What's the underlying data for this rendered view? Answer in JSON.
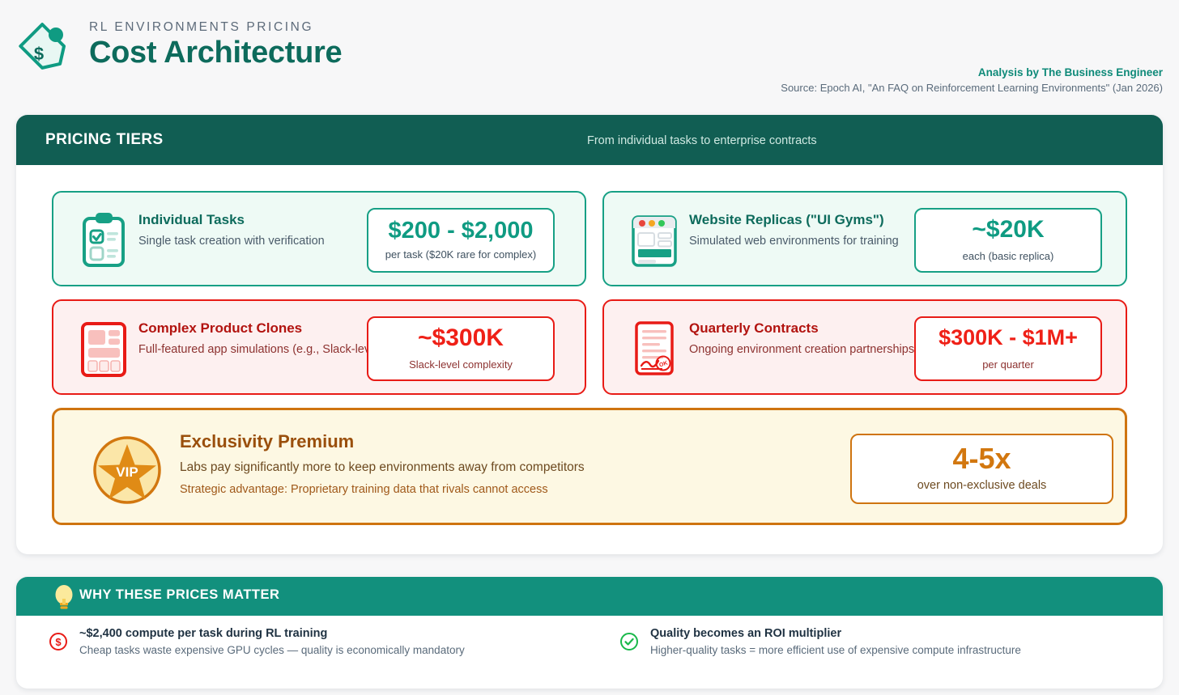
{
  "header": {
    "logo_icon": "price-tag-icon",
    "kicker": "RL ENVIRONMENTS PRICING",
    "title": "Cost Architecture",
    "analysis": "Analysis by The Business Engineer",
    "source": "Source: Epoch AI, \"An FAQ on Reinforcement Learning Environments\" (Jan 2026)"
  },
  "tiers_panel": {
    "heading": "PRICING TIERS",
    "subheading": "From individual tasks to enterprise contracts",
    "cards": [
      {
        "icon": "clipboard-checklist-icon",
        "name": "Individual Tasks",
        "desc": "Single task creation with verification",
        "price": "$200 - $2,000",
        "price_note": "per task ($20K rare for complex)",
        "theme": "teal"
      },
      {
        "icon": "browser-window-icon",
        "name": "Website Replicas (\"UI Gyms\")",
        "desc": "Simulated web environments for training",
        "price": "~$20K",
        "price_note": "each (basic replica)",
        "theme": "teal"
      },
      {
        "icon": "wireframe-layout-icon",
        "name": "Complex Product Clones",
        "desc": "Full-featured app simulations (e.g., Slack-level)",
        "price": "~$300K",
        "price_note": "Slack-level complexity",
        "theme": "red"
      },
      {
        "icon": "contract-signature-icon",
        "name": "Quarterly Contracts",
        "desc": "Ongoing environment creation partnerships",
        "price": "$300K - $1M+",
        "price_note": "per quarter",
        "theme": "red"
      }
    ],
    "highlight": {
      "icon": "vip-star-badge-icon",
      "badge_text": "VIP",
      "name": "Exclusivity Premium",
      "desc": "Labs pay significantly more to keep environments away from competitors",
      "desc2": "Strategic advantage: Proprietary training data that rivals cannot access",
      "price": "4-5x",
      "price_note": "over non-exclusive deals"
    }
  },
  "why_panel": {
    "icon": "lightbulb-icon",
    "heading": "WHY THESE PRICES MATTER",
    "facts": [
      {
        "icon": "dollar-circle-icon",
        "title": "~$2,400 compute per task during RL training",
        "desc": "Cheap tasks waste expensive GPU cycles — quality is economically mandatory"
      },
      {
        "icon": "check-circle-icon",
        "title": "Quality becomes an ROI multiplier",
        "desc": "Higher-quality tasks = more efficient use of expensive compute infrastructure"
      }
    ]
  },
  "colors": {
    "brand_teal": "#0d6b5c",
    "accent_teal": "#17a085",
    "accent_red": "#e81b16",
    "accent_gold": "#cf7410",
    "header_dark": "#115e53"
  }
}
